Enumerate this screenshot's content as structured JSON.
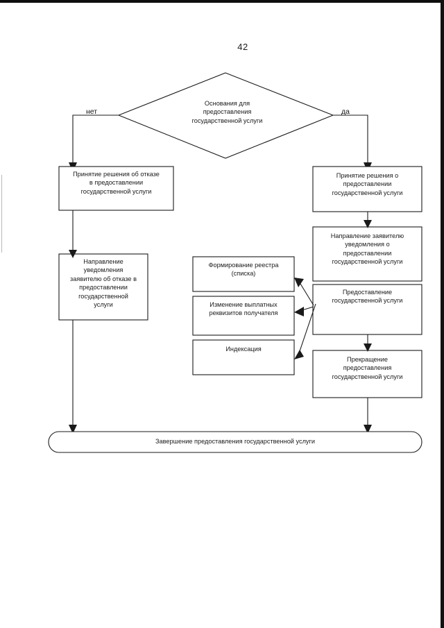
{
  "document": {
    "page_number": "42",
    "type": "flowchart"
  },
  "diagram": {
    "decision": {
      "id": "decision-grounds",
      "label": "Основания для\nпредоставления\nгосударственной услуги",
      "shape": "diamond"
    },
    "branch_labels": {
      "no": "нет",
      "yes": "да"
    },
    "left_branch": [
      {
        "id": "refusal-decision",
        "label": "Принятие решения об отказе\nв предоставлении\nгосударственной услуги",
        "shape": "rect"
      },
      {
        "id": "refusal-notice",
        "label": "Направление\nуведомления\nзаявителю об отказе в\nпредоставлении\nгосударственной\nуслуги",
        "shape": "rect"
      }
    ],
    "right_branch": [
      {
        "id": "grant-decision",
        "label": "Принятие решения о\nпредоставлении\nгосударственной услуги",
        "shape": "rect"
      },
      {
        "id": "grant-notice",
        "label": "Направление заявителю\nуведомления о\nпредоставлении\nгосударственной услуги",
        "shape": "rect"
      },
      {
        "id": "service-provision",
        "label": "Предоставление\nгосударственной услуги",
        "shape": "rect"
      },
      {
        "id": "service-termination",
        "label": "Прекращение\nпредоставления\nгосударственной услуги",
        "shape": "rect"
      }
    ],
    "middle_branch": [
      {
        "id": "registry-formation",
        "label": "Формирование реестра\n(списка)",
        "shape": "rect"
      },
      {
        "id": "payment-details-change",
        "label": "Изменение выплатных\nреквизитов получателя",
        "shape": "rect"
      },
      {
        "id": "indexation",
        "label": "Индексация",
        "shape": "rect"
      }
    ],
    "terminator": {
      "id": "completion",
      "label": "Завершение предоставления государственной услуги",
      "shape": "rounded-terminator"
    },
    "colors": {
      "stroke": "#1a1a1a",
      "text": "#1a1a1a",
      "fill": "#ffffff",
      "scan_edge": "#0d0d0d"
    }
  }
}
